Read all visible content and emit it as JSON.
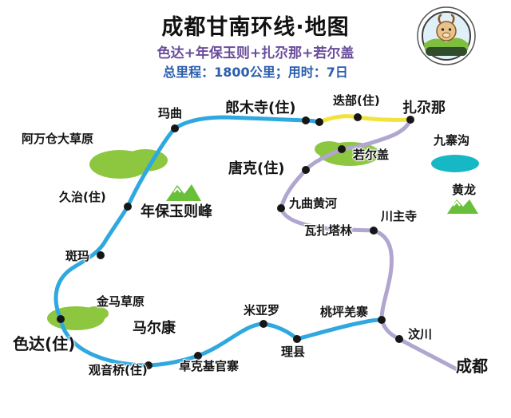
{
  "header": {
    "title": "成都甘南环线·地图",
    "subtitle": "色达+年保玉则+扎尕那+若尔盖",
    "stats": "总里程：1800公里；用时：7日"
  },
  "colors": {
    "route_main": "#2fa8e0",
    "route_return": "#b0a6cf",
    "route_spur": "#f2e33c",
    "grassland": "#8dc63f",
    "mountain": "#6abf3a",
    "lake": "#17b8c6",
    "subtitle_color": "#6a4c9c",
    "stats_color": "#2b5cad",
    "dot": "#161616"
  },
  "map": {
    "labels": [
      {
        "text": "阿万仓大草原"
      },
      {
        "text": "玛曲"
      },
      {
        "text": "郎木寺(住)"
      },
      {
        "text": "迭部(住)"
      },
      {
        "text": "扎尕那"
      },
      {
        "text": "若尔盖"
      },
      {
        "text": "九寨沟"
      },
      {
        "text": "唐克(住)"
      },
      {
        "text": "黄龙"
      },
      {
        "text": "久治(住)"
      },
      {
        "text": "年保玉则峰"
      },
      {
        "text": "九曲黄河"
      },
      {
        "text": "川主寺"
      },
      {
        "text": "瓦扎塔林"
      },
      {
        "text": "斑玛"
      },
      {
        "text": "金马草原"
      },
      {
        "text": "色达(住)"
      },
      {
        "text": "马尔康"
      },
      {
        "text": "米亚罗"
      },
      {
        "text": "桃坪羌寨"
      },
      {
        "text": "汶川"
      },
      {
        "text": "观音桥(住)"
      },
      {
        "text": "卓克基官寨"
      },
      {
        "text": "理县"
      },
      {
        "text": "成都"
      }
    ]
  }
}
